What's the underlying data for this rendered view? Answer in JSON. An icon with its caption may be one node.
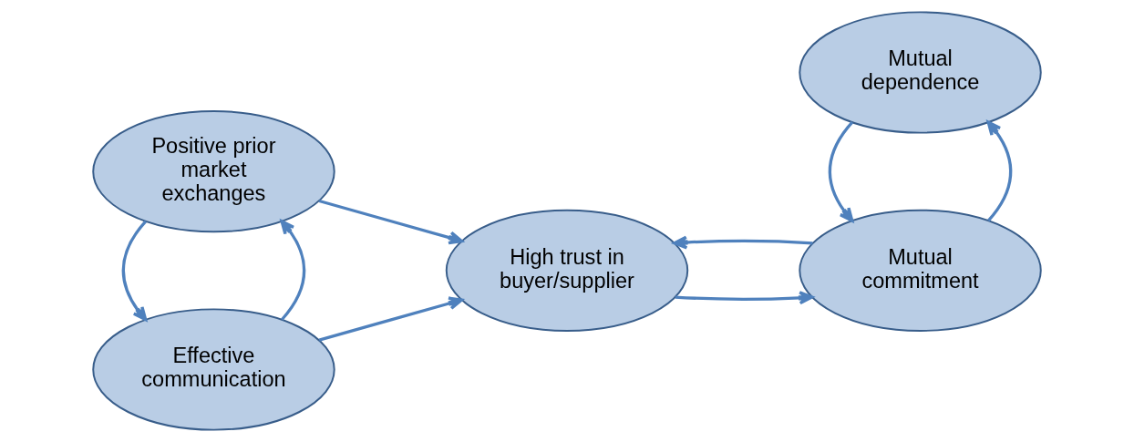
{
  "diagram": {
    "nodes": [
      {
        "text": [
          "Effective communication"
        ]
      },
      {
        "text": [
          "Positive prior market exchanges"
        ]
      },
      {
        "text": [
          "High trust in buyer/supplier"
        ]
      },
      {
        "text": [
          "Mutual commitment"
        ]
      },
      {
        "text": [
          "Mutual dependence"
        ]
      }
    ],
    "edges": [
      {
        "from": 0,
        "to": 1,
        "arrow": "to"
      },
      {
        "from": 1,
        "to": 0,
        "arrow": "to"
      },
      {
        "from": 0,
        "to": 2,
        "arrow": "to"
      },
      {
        "from": 1,
        "to": 2,
        "arrow": "to"
      },
      {
        "from": 2,
        "to": 3,
        "arrow": "to"
      },
      {
        "from": 3,
        "to": 2,
        "arrow": "to"
      },
      {
        "from": 3,
        "to": 4,
        "arrow": "to"
      },
      {
        "from": 4,
        "to": 3,
        "arrow": "to"
      }
    ]
  }
}
